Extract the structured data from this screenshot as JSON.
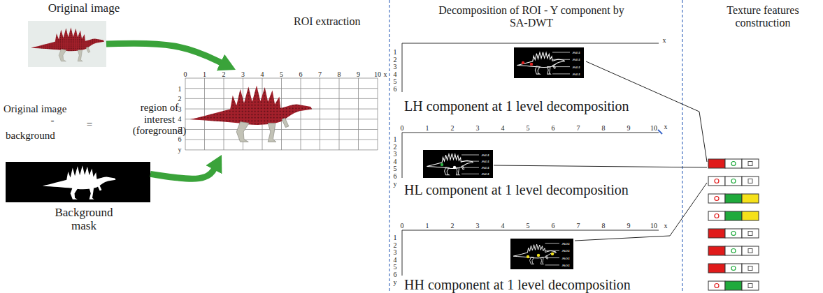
{
  "diagram": {
    "nodes": [
      {
        "text": [
          "Original image"
        ]
      },
      {
        "text": [
          "Background mask"
        ]
      },
      {
        "text": [
          "ROI extraction"
        ]
      },
      {
        "text": [
          "LH component at 1 level decomposition"
        ]
      },
      {
        "text": [
          "HL component at 1 level decomposition"
        ]
      },
      {
        "text": [
          "HH component at 1 level decomposition"
        ]
      }
    ],
    "edges": [
      {
        "from": 0,
        "to": 2,
        "arrow": "to"
      },
      {
        "from": 1,
        "to": 2,
        "arrow": "to"
      }
    ],
    "labels": [
      "Original image",
      "-",
      "background",
      "=",
      "region of interest (foreground)",
      "Decomposition of ROI - Y component by SA-DWT",
      "Texture features construction",
      "0",
      "1",
      "2",
      "3",
      "4",
      "5",
      "6",
      "7",
      "8",
      "9",
      "10",
      "x",
      "1",
      "2",
      "3",
      "4",
      "5",
      "6",
      "y",
      "x",
      "1",
      "2",
      "3",
      "4",
      "5",
      "6",
      "0",
      "1",
      "2",
      "3",
      "4",
      "5",
      "6",
      "7",
      "8",
      "9",
      "10",
      "x",
      "1",
      "2",
      "3",
      "4",
      "5",
      "6",
      "y",
      "0",
      "1",
      "2",
      "3",
      "4",
      "5",
      "6",
      "7",
      "8",
      "9",
      "10",
      "x",
      "1",
      "2",
      "3",
      "4",
      "5",
      "6",
      "y",
      "row",
      "row",
      "row",
      "row",
      "row",
      "row",
      "row",
      "row",
      "row",
      "row",
      "row",
      "row"
    ]
  }
}
